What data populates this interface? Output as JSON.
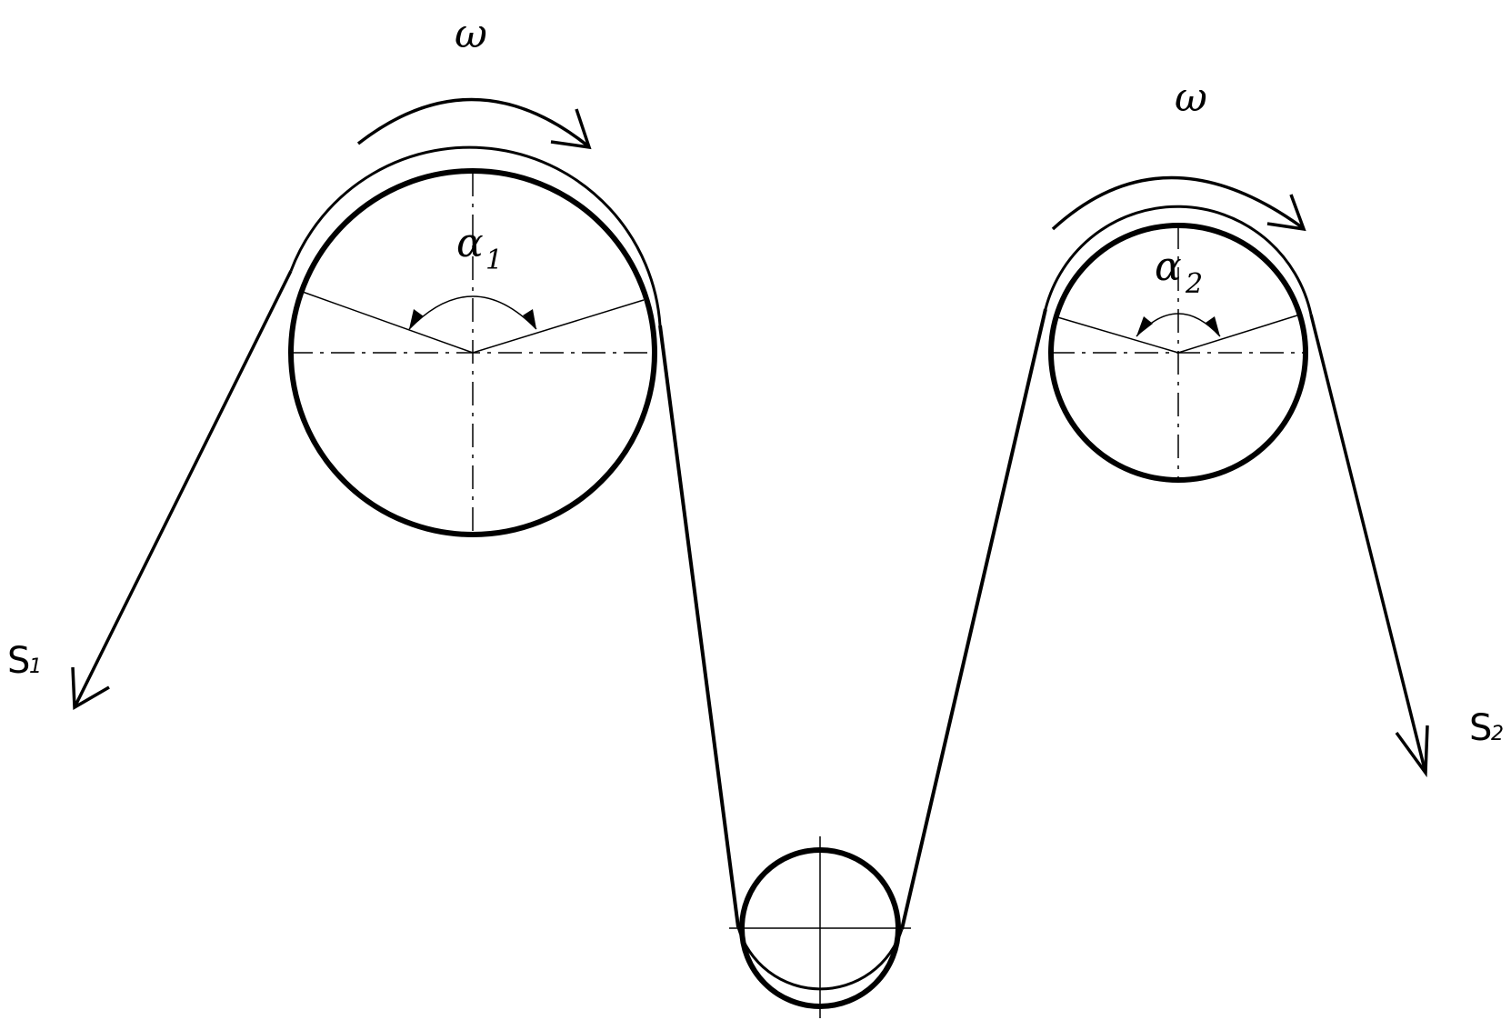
{
  "labels": {
    "omega_left": "ω",
    "omega_right": "ω",
    "alpha1_symbol": "α",
    "alpha1_index": "1",
    "alpha2_symbol": "α",
    "alpha2_index": "2",
    "s1_symbol": "S",
    "s1_index": "1",
    "s2_symbol": "S",
    "s2_index": "2"
  },
  "colors": {
    "stroke": "#000000",
    "background": "#ffffff"
  }
}
